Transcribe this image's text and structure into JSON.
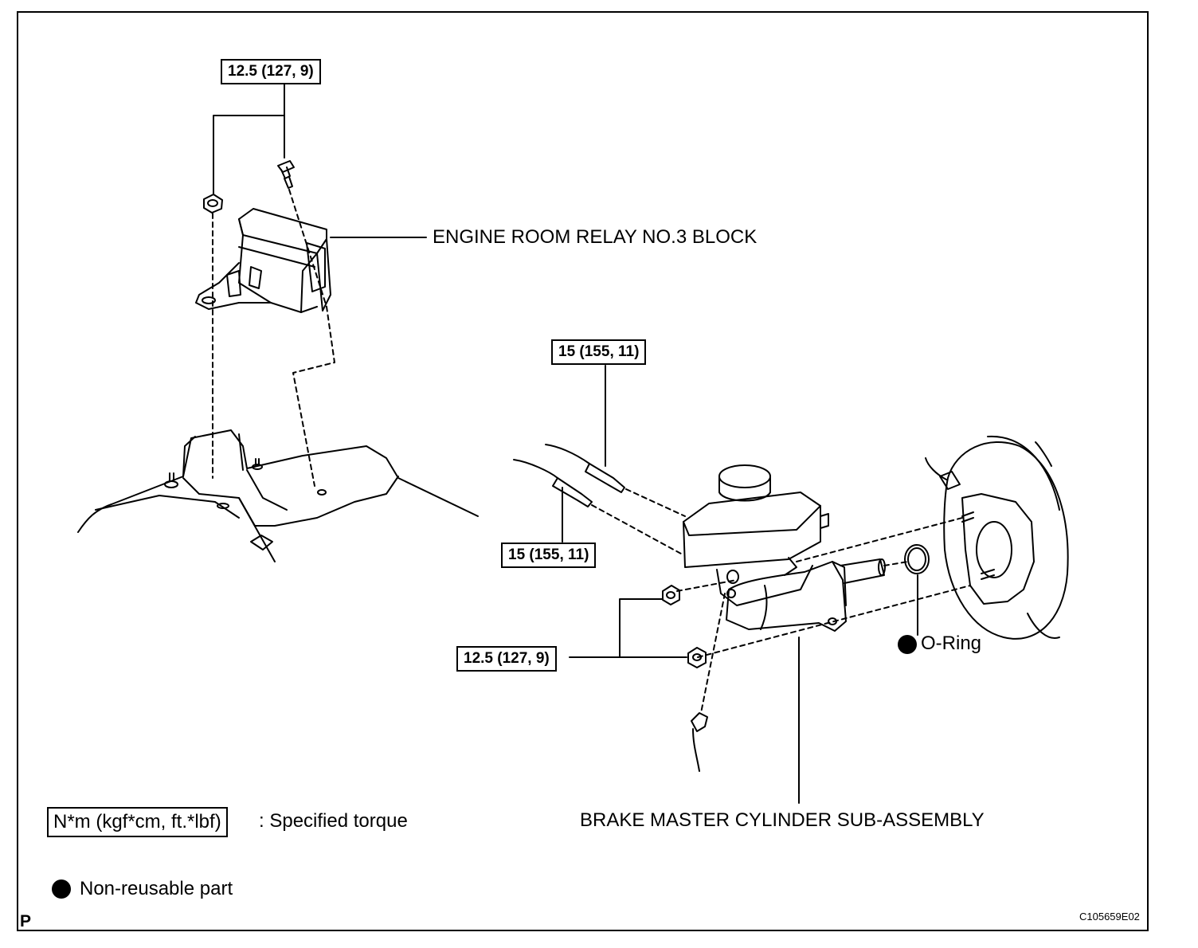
{
  "torque_callouts": {
    "relay_bolt": "12.5 (127, 9)",
    "upper_line": "15 (155, 11)",
    "lower_line": "15 (155, 11)",
    "mc_nuts": "12.5 (127, 9)"
  },
  "part_labels": {
    "relay_block": "ENGINE ROOM RELAY NO.3 BLOCK",
    "o_ring": "O-Ring",
    "master_cylinder": "BRAKE MASTER CYLINDER SUB-ASSEMBLY"
  },
  "legend": {
    "torque_unit_box": "N*m (kgf*cm, ft.*lbf)",
    "torque_text": ": Specified torque",
    "nonreusable_text": "Non-reusable part"
  },
  "footer": {
    "page_mark": "P",
    "figure_code": "C105659E02"
  }
}
